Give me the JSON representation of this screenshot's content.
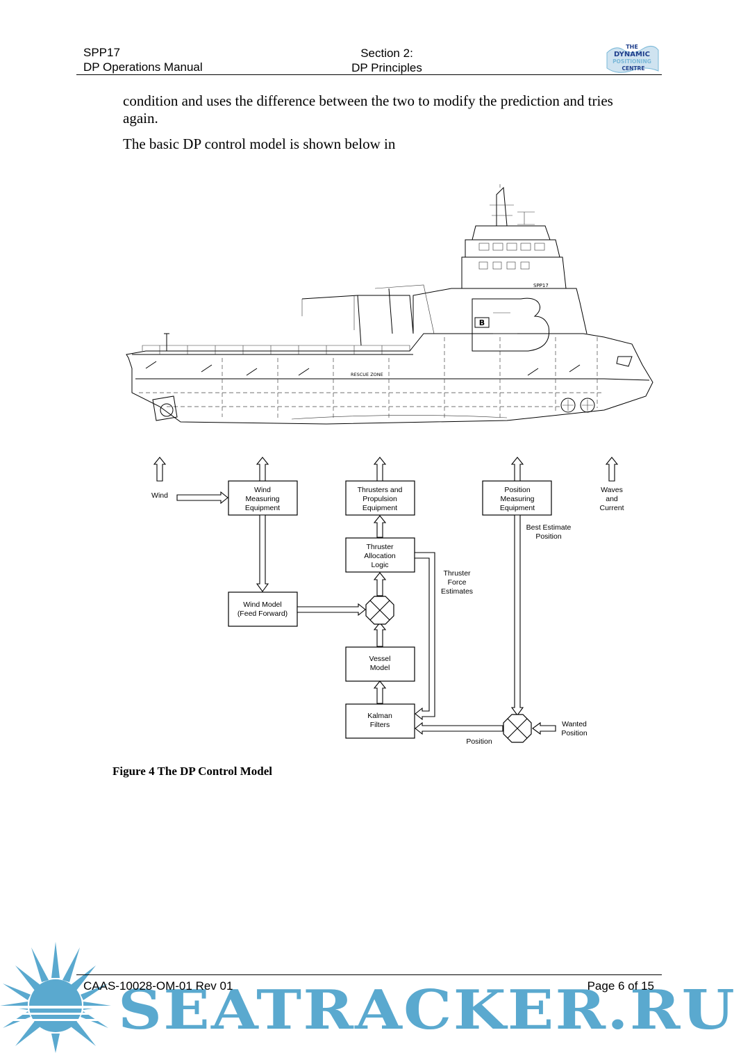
{
  "header": {
    "doc_code": "SPP17",
    "doc_title": "DP Operations Manual",
    "section": "Section 2:",
    "section_title": "DP Principles",
    "logo_lines": [
      "THE",
      "DYNAMIC",
      "POSITIONING",
      "CENTRE"
    ]
  },
  "body": {
    "paragraph1": "condition and uses the difference between the two to modify the prediction and tries again.",
    "paragraph2": "The basic DP control model is shown below in"
  },
  "ship": {
    "name_marking": "SPP17",
    "hull_letter": "B",
    "rescue_zone_label": "RESCUE ZONE"
  },
  "diagram": {
    "wind": "Wind",
    "wind_meas": [
      "Wind",
      "Measuring",
      "Equipment"
    ],
    "thrusters_prop": [
      "Thrusters and",
      "Propulsion",
      "Equipment"
    ],
    "pos_meas": [
      "Position",
      "Measuring",
      "Equipment"
    ],
    "waves": [
      "Waves",
      "and",
      "Current"
    ],
    "best_estimate": [
      "Best Estimate",
      "Position"
    ],
    "thruster_alloc": [
      "Thruster",
      "Allocation",
      "Logic"
    ],
    "thruster_force": [
      "Thruster",
      "Force",
      "Estimates"
    ],
    "wind_model": [
      "Wind Model",
      "(Feed Forward)"
    ],
    "vessel_model": [
      "Vessel",
      "Model"
    ],
    "kalman": [
      "Kalman",
      "Filters"
    ],
    "wanted_position": [
      "Wanted",
      "Position"
    ],
    "position": "Position"
  },
  "caption": "Figure 4 The DP Control Model",
  "footer": {
    "doc_ref": "CAAS-10028-OM-01 Rev 01",
    "page": "Page 6 of 15",
    "watermark": "SEATRACKER.RU"
  },
  "colors": {
    "watermark": "#5aa9cf",
    "logo_blue": "#1f3f8c",
    "logo_green": "#7ab8d8"
  }
}
